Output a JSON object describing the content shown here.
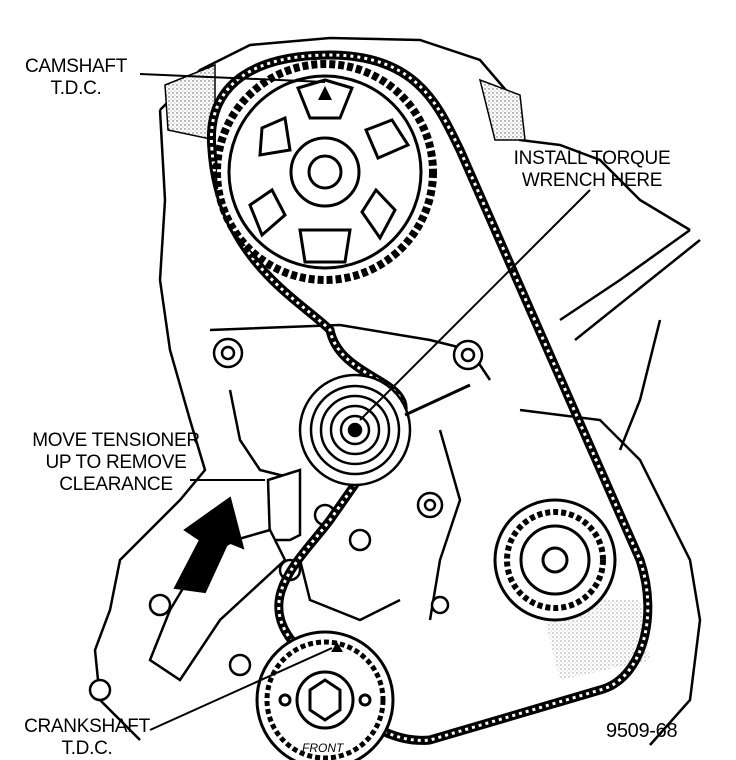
{
  "labels": {
    "camshaft": [
      "CAMSHAFT",
      "T.D.C."
    ],
    "torque_wrench": [
      "INSTALL TORQUE",
      "WRENCH HERE"
    ],
    "tensioner": [
      "MOVE TENSIONER",
      "UP TO REMOVE",
      "CLEARANCE"
    ],
    "crankshaft": [
      "CRANKSHAFT",
      "T.D.C."
    ],
    "figure_number": "9509-68",
    "crank_marking": "FRONT"
  },
  "colors": {
    "ink": "#000000",
    "paper": "#ffffff",
    "shade": "#9a9a9a"
  }
}
